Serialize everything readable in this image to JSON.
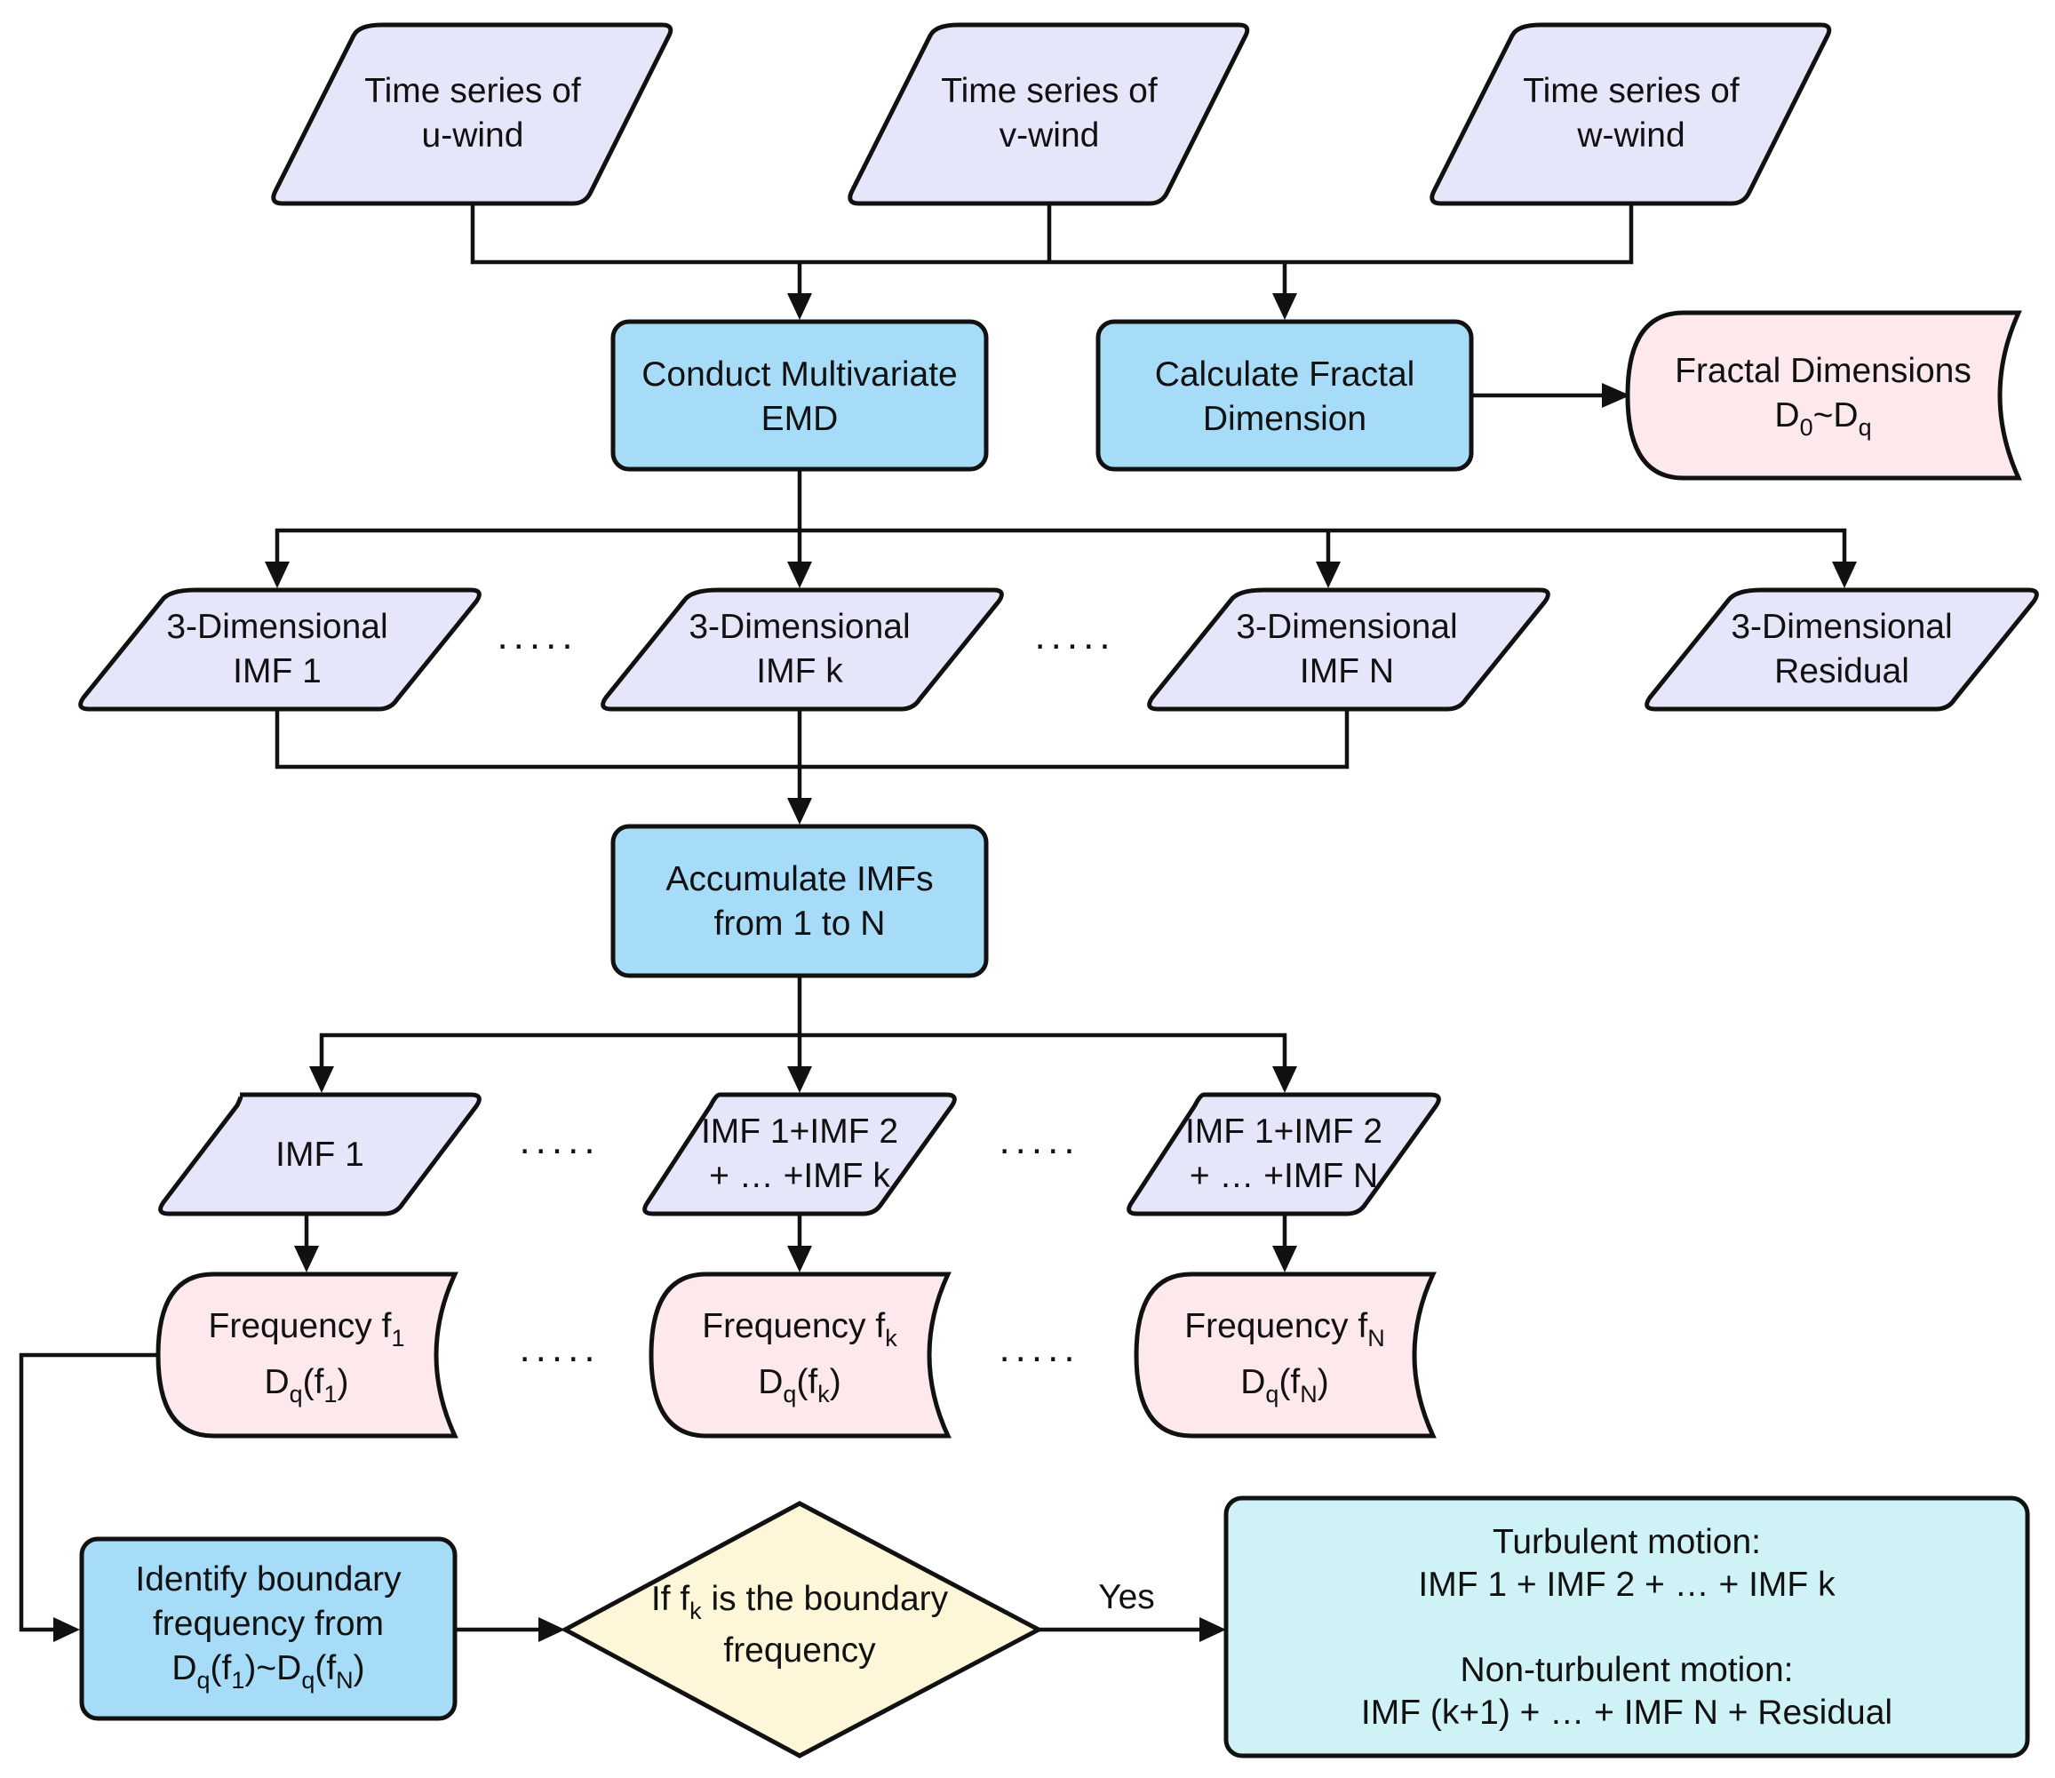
{
  "colors": {
    "io_fill": "#e6e6fb",
    "process_fill": "#a6dcf8",
    "storage_fill": "#fde8ec",
    "decision_fill": "#fdf6d8",
    "result_fill": "#cff2f6",
    "stroke": "#111111"
  },
  "inputs": {
    "u": {
      "line1": "Time series of",
      "line2": "u-wind"
    },
    "v": {
      "line1": "Time series of",
      "line2": "v-wind"
    },
    "w": {
      "line1": "Time series of",
      "line2": "w-wind"
    }
  },
  "process": {
    "memd": {
      "line1": "Conduct Multivariate",
      "line2": "EMD"
    },
    "fractal": {
      "line1": "Calculate Fractal",
      "line2": "Dimension"
    },
    "accumulate": {
      "line1": "Accumulate IMFs",
      "line2": "from 1 to N"
    },
    "identify": {
      "line1": "Identify boundary",
      "line2": "frequency from",
      "line3_a": "D",
      "line3_b": "q",
      "line3_c": "(f",
      "line3_d": "1",
      "line3_e": ")~D",
      "line3_f": "q",
      "line3_g": "(f",
      "line3_h": "N",
      "line3_i": ")"
    }
  },
  "fractal_dims": {
    "line1": "Fractal Dimensions",
    "d": "D",
    "sub0": "0",
    "tilde": "~D",
    "subq": "q"
  },
  "imf3d": {
    "imf1": {
      "line1": "3-Dimensional",
      "line2": "IMF 1"
    },
    "imfk": {
      "line1": "3-Dimensional",
      "line2": "IMF k"
    },
    "imfn": {
      "line1": "3-Dimensional",
      "line2": "IMF N"
    },
    "residual": {
      "line1": "3-Dimensional",
      "line2": "Residual"
    }
  },
  "accum": {
    "imf1": {
      "line1": "IMF 1"
    },
    "imfk": {
      "line1": "IMF 1+IMF 2",
      "line2": "+ … +IMF k"
    },
    "imfn": {
      "line1": "IMF 1+IMF 2",
      "line2": "+ … +IMF N"
    }
  },
  "freq": {
    "f1": {
      "word": "Frequency f",
      "sub": "1",
      "d": "D",
      "dq": "q",
      "paren_open": "(f",
      "psub": "1",
      "paren_close": ")"
    },
    "fk": {
      "word": "Frequency f",
      "sub": "k",
      "d": "D",
      "dq": "q",
      "paren_open": "(f",
      "psub": "k",
      "paren_close": ")"
    },
    "fn": {
      "word": "Frequency f",
      "sub": "N",
      "d": "D",
      "dq": "q",
      "paren_open": "(f",
      "psub": "N",
      "paren_close": ")"
    }
  },
  "decision": {
    "line1_a": "If f",
    "line1_b": "k",
    "line1_c": " is the boundary",
    "line2": "frequency"
  },
  "yes_label": "Yes",
  "result": {
    "turb_title": "Turbulent motion:",
    "turb_formula": "IMF 1 + IMF 2 + … + IMF k",
    "nonturb_title": "Non-turbulent motion:",
    "nonturb_formula": "IMF (k+1) +  … + IMF N + Residual"
  },
  "ellipsis": "....."
}
